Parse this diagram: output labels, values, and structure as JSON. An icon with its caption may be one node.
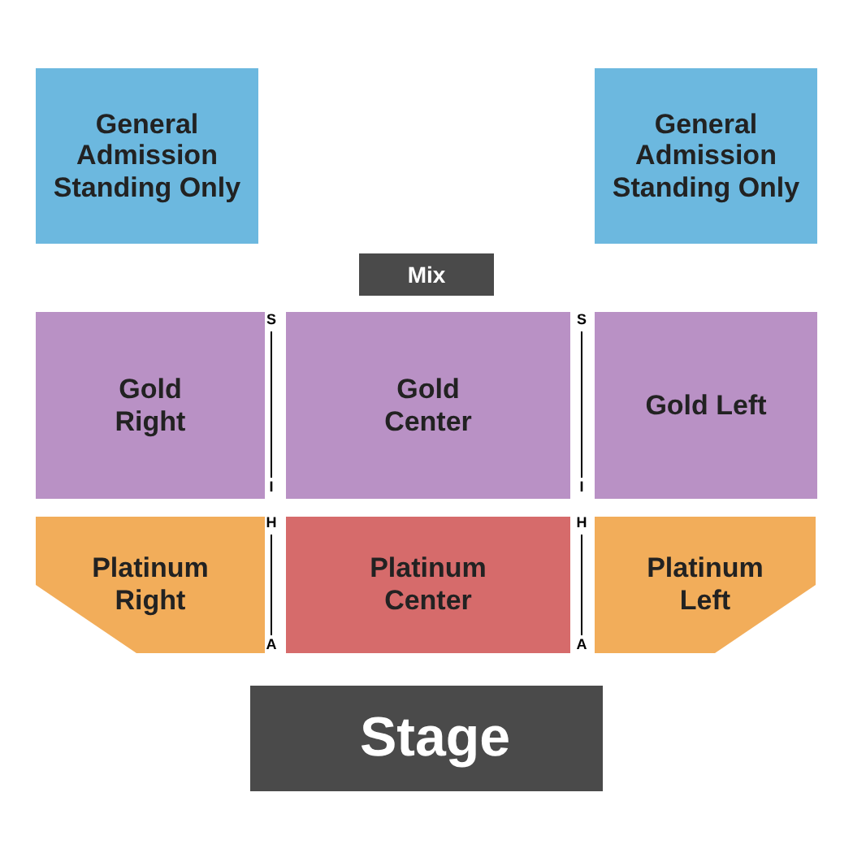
{
  "diagram": {
    "nodes": [
      {
        "text": [
          "General Admission Standing Only"
        ]
      },
      {
        "text": [
          "General Admission Standing Only"
        ]
      },
      {
        "text": [
          "Mix"
        ]
      },
      {
        "text": [
          "Gold Right"
        ]
      },
      {
        "text": [
          "Gold Center"
        ]
      },
      {
        "text": [
          "Gold Left"
        ]
      },
      {
        "text": [
          "Platinum Right"
        ]
      },
      {
        "text": [
          "Platinum Center"
        ]
      },
      {
        "text": [
          "Platinum Left"
        ]
      },
      {
        "text": [
          "Stage"
        ]
      }
    ],
    "labels": [
      "S",
      "S",
      "I",
      "I",
      "H",
      "H",
      "A",
      "A"
    ]
  }
}
